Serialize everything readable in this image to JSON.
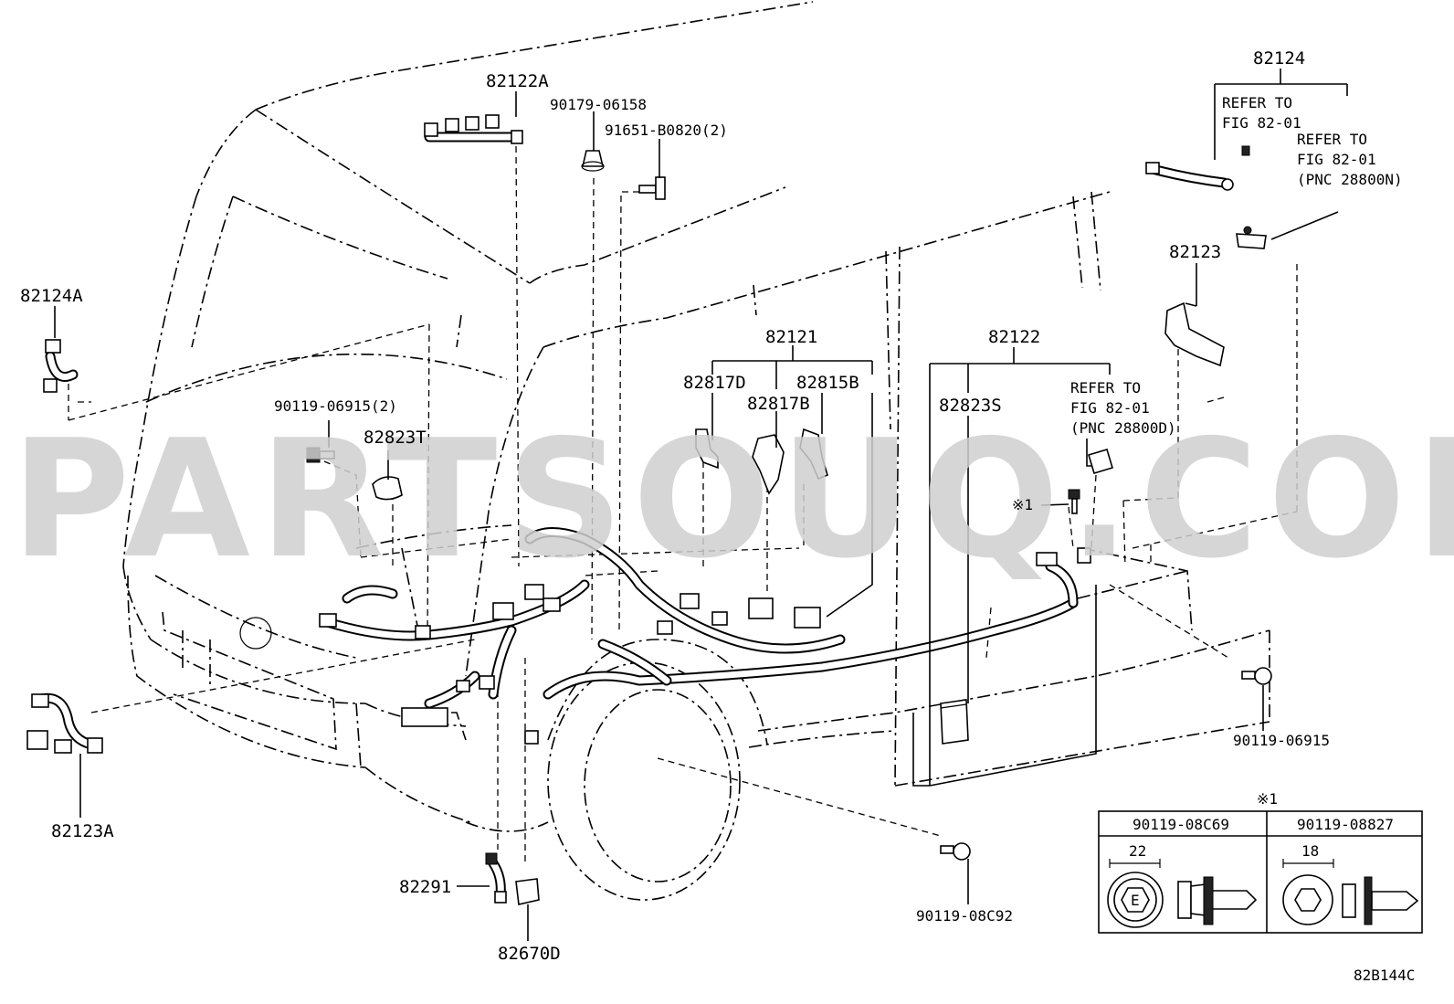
{
  "diagram_code": "82B144C",
  "watermark": "PARTSOUQ.COM",
  "part_labels": {
    "p82124": "82124",
    "p82124A": "82124A",
    "p82123": "82123",
    "p82123A": "82123A",
    "p82122A": "82122A",
    "p82121": "82121",
    "p82122": "82122",
    "p82817D": "82817D",
    "p82817B": "82817B",
    "p82815B": "82815B",
    "p82823S": "82823S",
    "p82823T": "82823T",
    "p82291": "82291",
    "p82670D": "82670D",
    "p90179_06158": "90179-06158",
    "p91651_B0820": "91651-B0820(2)",
    "p90119_06915_2": "90119-06915(2)",
    "p90119_06915": "90119-06915",
    "p90119_08C92": "90119-08C92"
  },
  "refer_notes": {
    "fig1_line1": "REFER TO",
    "fig1_line2": "FIG 82-01",
    "fig2_line1": "REFER TO",
    "fig2_line2": "FIG 82-01",
    "fig2_line3": "(PNC 28800N)",
    "fig3_line1": "REFER TO",
    "fig3_line2": "FIG 82-01",
    "fig3_line3": "(PNC 28800D)"
  },
  "note_marker": "※1",
  "bolt_table": {
    "marker": "※1",
    "columns": [
      {
        "part": "90119-08C69",
        "dimension": "22",
        "head_mark": "E"
      },
      {
        "part": "90119-08827",
        "dimension": "18"
      }
    ]
  }
}
